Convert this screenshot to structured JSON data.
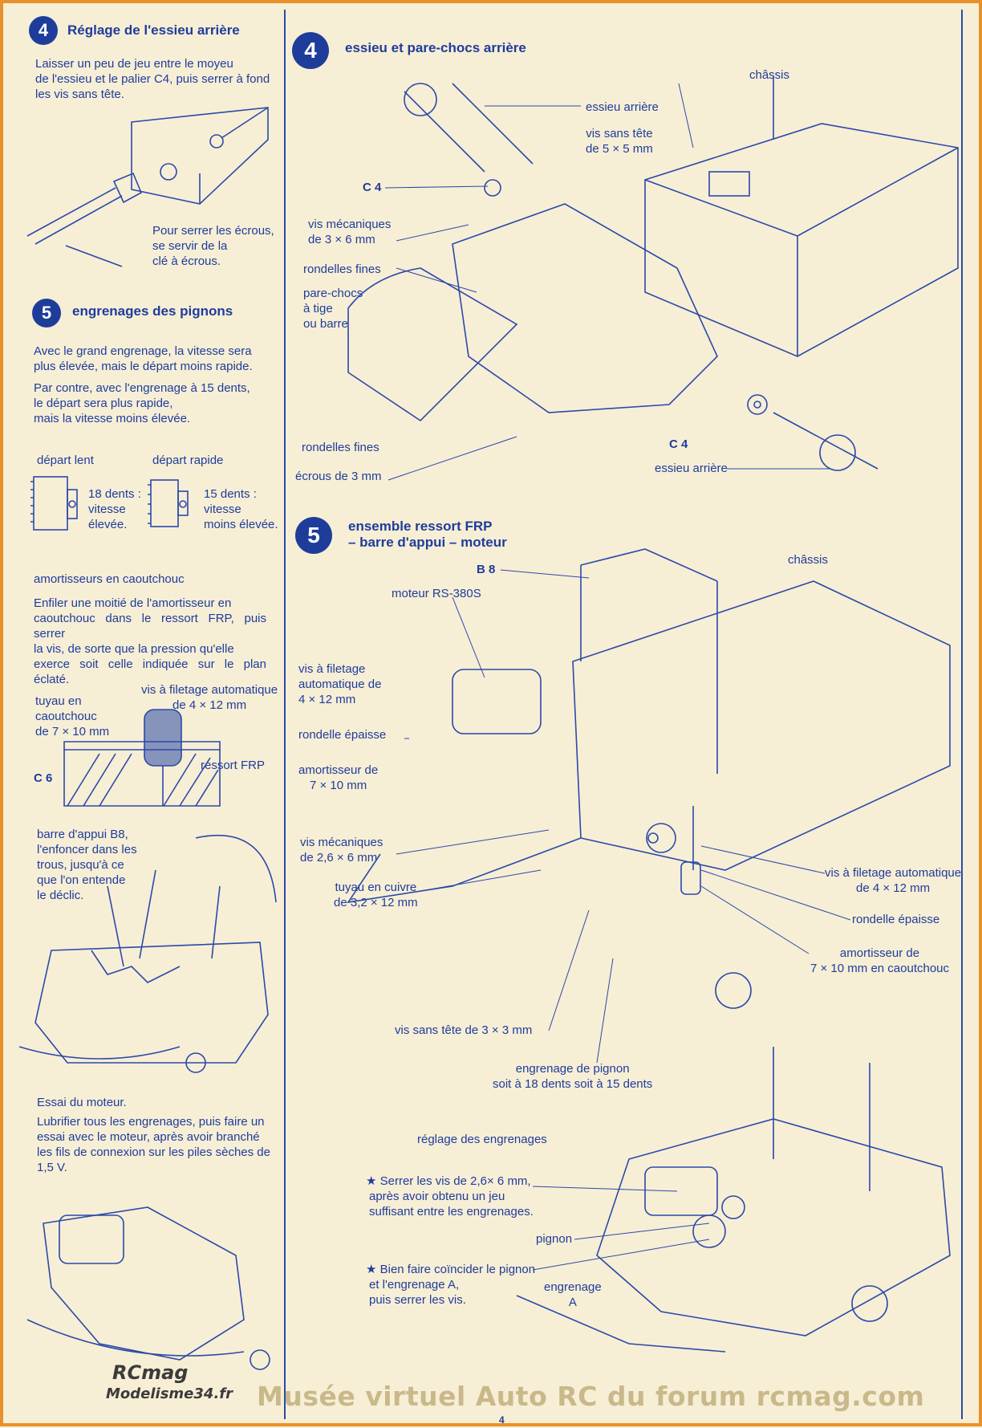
{
  "left": {
    "s4": {
      "num": "4",
      "title": "Réglage de l'essieu arrière",
      "body": [
        "Laisser un peu de jeu entre le moyeu",
        "de l'essieu et le palier C4, puis serrer à fond",
        "les vis sans tête."
      ],
      "note": [
        "Pour serrer les écrous,",
        "se servir de la",
        "clé à écrous."
      ]
    },
    "s5": {
      "num": "5",
      "title": "engrenages des pignons",
      "body1": [
        "Avec le grand engrenage, la vitesse sera",
        "plus élevée, mais le départ moins rapide."
      ],
      "body2": [
        "Par contre, avec l'engrenage à 15 dents,",
        "le départ sera plus rapide,",
        "mais la vitesse moins élevée."
      ],
      "slow_label": "départ lent",
      "fast_label": "départ rapide",
      "gear18": [
        "18 dents :",
        "vitesse",
        "élevée."
      ],
      "gear15": [
        "15 dents :",
        "vitesse",
        "moins élevée."
      ],
      "damper_title": "amortisseurs en caoutchouc",
      "damper_body": [
        "Enfiler une moitié de l'amortisseur en",
        "caoutchouc dans le ressort FRP, puis serrer",
        "la vis, de sorte que la pression qu'elle",
        "exerce soit celle indiquée sur le plan éclaté."
      ],
      "screw_label": [
        "vis à filetage automatique",
        "de 4 × 12 mm"
      ],
      "tube_label": [
        "tuyau en",
        "caoutchouc",
        "de 7 × 10 mm"
      ],
      "spring_label": "ressort FRP",
      "c6": "C 6",
      "b8": [
        "barre d'appui B8,",
        "l'enfoncer dans les",
        "trous, jusqu'à ce",
        "que l'on entende",
        "le déclic."
      ],
      "test_title": "Essai du moteur.",
      "test_body": [
        "Lubrifier tous les engrenages, puis faire un",
        "essai avec le moteur, après avoir branché",
        "les fils de connexion sur les piles sèches de",
        "1,5 V."
      ]
    }
  },
  "right": {
    "s4": {
      "num": "4",
      "title": "essieu et pare-chocs arrière",
      "chassis": "châssis",
      "axle_top": "essieu arrière",
      "setscrew": [
        "vis sans tête",
        "de 5 × 5 mm"
      ],
      "c4a": "C 4",
      "screws": [
        "vis mécaniques",
        "de 3 × 6 mm"
      ],
      "washers": "rondelles fines",
      "bumper": [
        "pare-chocs",
        "à tige",
        "ou barre"
      ],
      "washers2": "rondelles fines",
      "nuts": "écrous de 3 mm",
      "c4b": "C 4",
      "axle_bottom": "essieu arrière"
    },
    "s5": {
      "num": "5",
      "title": [
        "ensemble ressort FRP",
        "– barre d'appui – moteur"
      ],
      "b8": "B 8",
      "chassis": "châssis",
      "motor": "moteur RS-380S",
      "tapscrew": [
        "vis à filetage",
        "automatique de",
        "4 × 12 mm"
      ],
      "thickwasher": "rondelle épaisse",
      "damper": [
        "amortisseur de",
        "7 × 10 mm"
      ],
      "machscrews": [
        "vis mécaniques",
        "de 2,6 × 6 mm"
      ],
      "coppertube": [
        "tuyau en cuivre",
        "de 3,2 × 12 mm"
      ],
      "tapscrew_r": [
        "vis à filetage automatique",
        "de 4 × 12 mm"
      ],
      "thickwasher_r": "rondelle épaisse",
      "damper_r": [
        "amortisseur de",
        "7 × 10 mm en caoutchouc"
      ],
      "setscrew": "vis sans tête de 3 × 3 mm",
      "piniongear": [
        "engrenage de pignon",
        "soit à 18 dents soit à 15 dents"
      ],
      "gearadj": "réglage des engrenages",
      "note1": [
        "★ Serrer les vis de 2,6× 6 mm,",
        "après avoir obtenu un jeu",
        "suffisant entre les engrenages."
      ],
      "pinion": "pignon",
      "note2": [
        "★ Bien faire coïncider le pignon",
        "et l'engrenage A,",
        "puis serrer les vis."
      ],
      "gearA": [
        "engrenage",
        "A"
      ]
    }
  },
  "footer": {
    "logo1": "RCmag",
    "logo2": "Modelisme34.fr",
    "watermark": "Musée virtuel Auto RC du forum rcmag.com",
    "page": "4"
  },
  "colors": {
    "ink": "#1e3d9b",
    "paper": "#f7eed6",
    "border": "#e8902c",
    "watermark": "#c9b98a"
  }
}
